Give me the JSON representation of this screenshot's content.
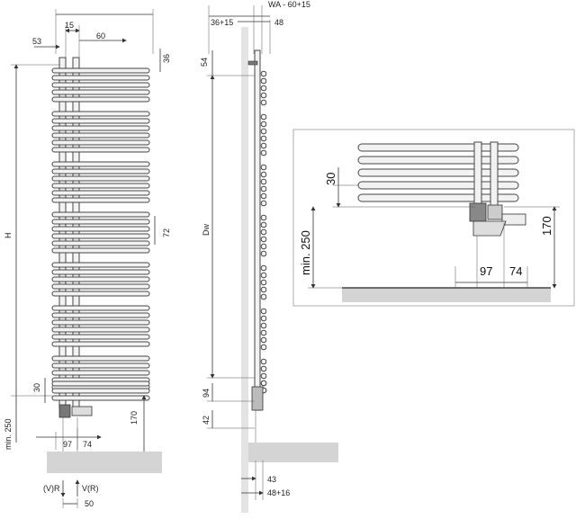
{
  "front_view": {
    "top_dims": [
      "15",
      "60",
      "53"
    ],
    "right_dims": [
      "36",
      "72",
      "30",
      "170"
    ],
    "height_label": "H",
    "min_label": "min. 250",
    "bottom_dims": [
      "97",
      "74"
    ],
    "connections": [
      "(V)R",
      "V(R)"
    ],
    "connection_spacing": "50"
  },
  "side_view": {
    "top_dims": [
      "36+15",
      "WA - 60+15",
      "48"
    ],
    "left_dims": [
      "54",
      "Dw",
      "94",
      "42"
    ],
    "bottom_dims": [
      "43",
      "48+16"
    ]
  },
  "detail_view": {
    "dims": [
      "30",
      "min. 250",
      "170",
      "97",
      "74"
    ]
  }
}
